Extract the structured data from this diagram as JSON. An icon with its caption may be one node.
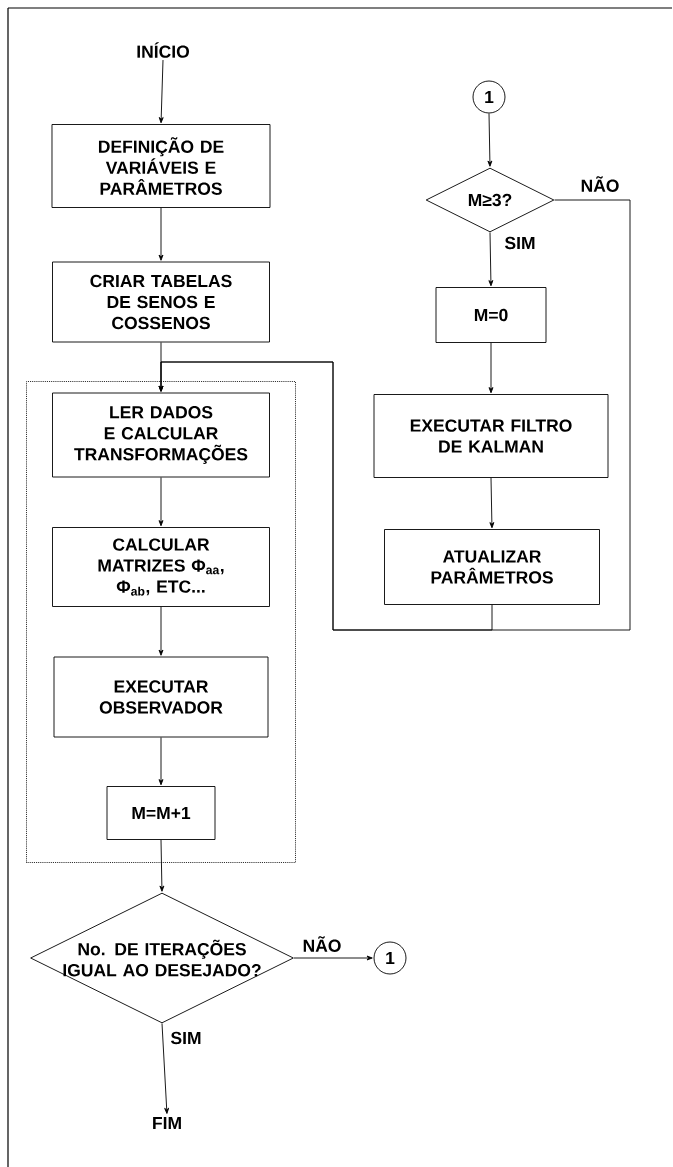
{
  "diagram": {
    "nodes": [
      {
        "text": [
          "INÍCIO"
        ]
      },
      {
        "text": [
          "DEFINIÇÃO DE VARIÁVEIS E PARÂMETROS"
        ]
      },
      {
        "text": [
          "CRIAR TABELAS DE SENOS E COSSENOS"
        ]
      },
      {
        "text": [],
        "shape": "box"
      },
      {
        "text": [
          "LER DADOS E CALCULAR TRANSFORMAÇÕES"
        ],
        "in": 3
      },
      {
        "text": [
          "CALCULAR MATRIZES Φ$_{aa}$, Φ$_{ab}$, ETC..."
        ],
        "in": 3
      },
      {
        "text": [
          "EXECUTAR OBSERVADOR"
        ],
        "in": 3
      },
      {
        "text": [
          "M=M+1"
        ],
        "in": 3
      },
      {
        "text": [
          "No. DE ITERAÇÕES IGUAL AO DESEJADO?"
        ]
      },
      {
        "text": [
          "1"
        ]
      },
      {
        "text": [
          "FIM"
        ]
      },
      {
        "text": [
          "1"
        ]
      },
      {
        "text": [
          "M≥3?"
        ]
      },
      {
        "text": [
          "M=0"
        ]
      },
      {
        "text": [
          "EXECUTAR FILTRO DE KALMAN"
        ]
      },
      {
        "text": [
          "ATUALIZAR PARÂMETROS"
        ]
      }
    ],
    "edges": [
      {
        "from": 0,
        "to": 1,
        "arrow": "to"
      },
      {
        "from": 1,
        "to": 2,
        "arrow": "to"
      },
      {
        "from": 2,
        "to": 4,
        "arrow": "to"
      },
      {
        "from": 4,
        "to": 5,
        "arrow": "to"
      },
      {
        "from": 5,
        "to": 6,
        "arrow": "to"
      },
      {
        "from": 6,
        "to": 7,
        "arrow": "to"
      },
      {
        "from": 7,
        "to": 8,
        "arrow": "to"
      },
      {
        "from": 8,
        "to": 9,
        "arrow": "to",
        "label": "NÃO"
      },
      {
        "from": 8,
        "to": 10,
        "arrow": "to",
        "label": "SIM"
      },
      {
        "from": 11,
        "to": 12,
        "arrow": "to"
      },
      {
        "from": 12,
        "to": 13,
        "arrow": "to",
        "label": "SIM"
      },
      {
        "from": 13,
        "to": 14,
        "arrow": "to"
      },
      {
        "from": 14,
        "to": 15,
        "arrow": "to"
      },
      {
        "from": 15,
        "to": 4,
        "arrow": "to"
      },
      {
        "from": 12,
        "to": 4,
        "arrow": "to",
        "label": "NÃO"
      }
    ]
  }
}
